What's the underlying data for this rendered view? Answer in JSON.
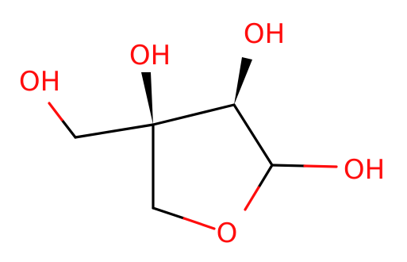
{
  "colors": {
    "bond": "#000000",
    "oxygen": "#ff0d0d"
  },
  "labels": {
    "oh_hydroxymethyl": "OH",
    "oh_c3": "OH",
    "oh_c2": "OH",
    "oh_c1": "OH",
    "ring_oxygen": "O"
  }
}
